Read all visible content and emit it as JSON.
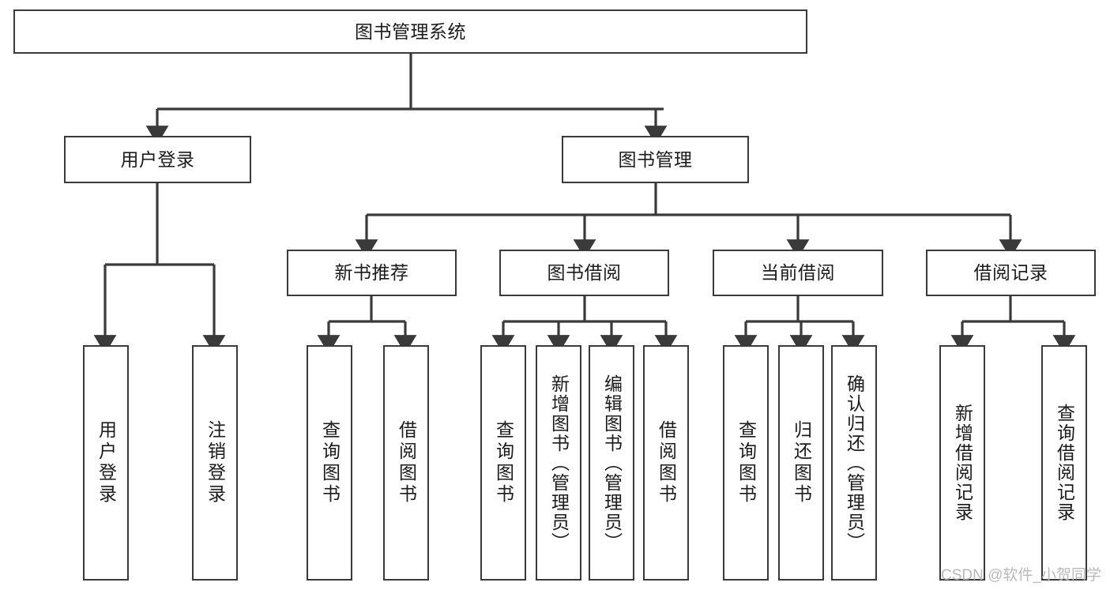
{
  "diagram": {
    "title": "图书管理系统",
    "type": "tree-structure-chart",
    "watermark": "CSDN @软件_小贺同学",
    "colors": {
      "box_border": "#3a3a3a",
      "box_fill": "#ffffff",
      "connector": "#3a3a3a",
      "text": "#1b1b1b",
      "watermark": "#b9b9b9"
    },
    "root": {
      "label": "图书管理系统"
    },
    "level2": [
      {
        "label": "用户登录"
      },
      {
        "label": "图书管理"
      }
    ],
    "level3": [
      {
        "label": "新书推荐"
      },
      {
        "label": "图书借阅"
      },
      {
        "label": "当前借阅"
      },
      {
        "label": "借阅记录"
      }
    ],
    "leaves": {
      "user_login": [
        {
          "label": "用户登录"
        },
        {
          "label": "注销登录"
        }
      ],
      "new_book_recommend": [
        {
          "label": "查询图书"
        },
        {
          "label": "借阅图书"
        }
      ],
      "book_borrow": [
        {
          "label": "查询图书"
        },
        {
          "label": "新增图书（管理员）"
        },
        {
          "label": "编辑图书（管理员）"
        },
        {
          "label": "借阅图书"
        }
      ],
      "current_borrow": [
        {
          "label": "查询图书"
        },
        {
          "label": "归还图书"
        },
        {
          "label": "确认归还（管理员）"
        }
      ],
      "borrow_record": [
        {
          "label": "新增借阅记录"
        },
        {
          "label": "查询借阅记录"
        }
      ]
    }
  }
}
